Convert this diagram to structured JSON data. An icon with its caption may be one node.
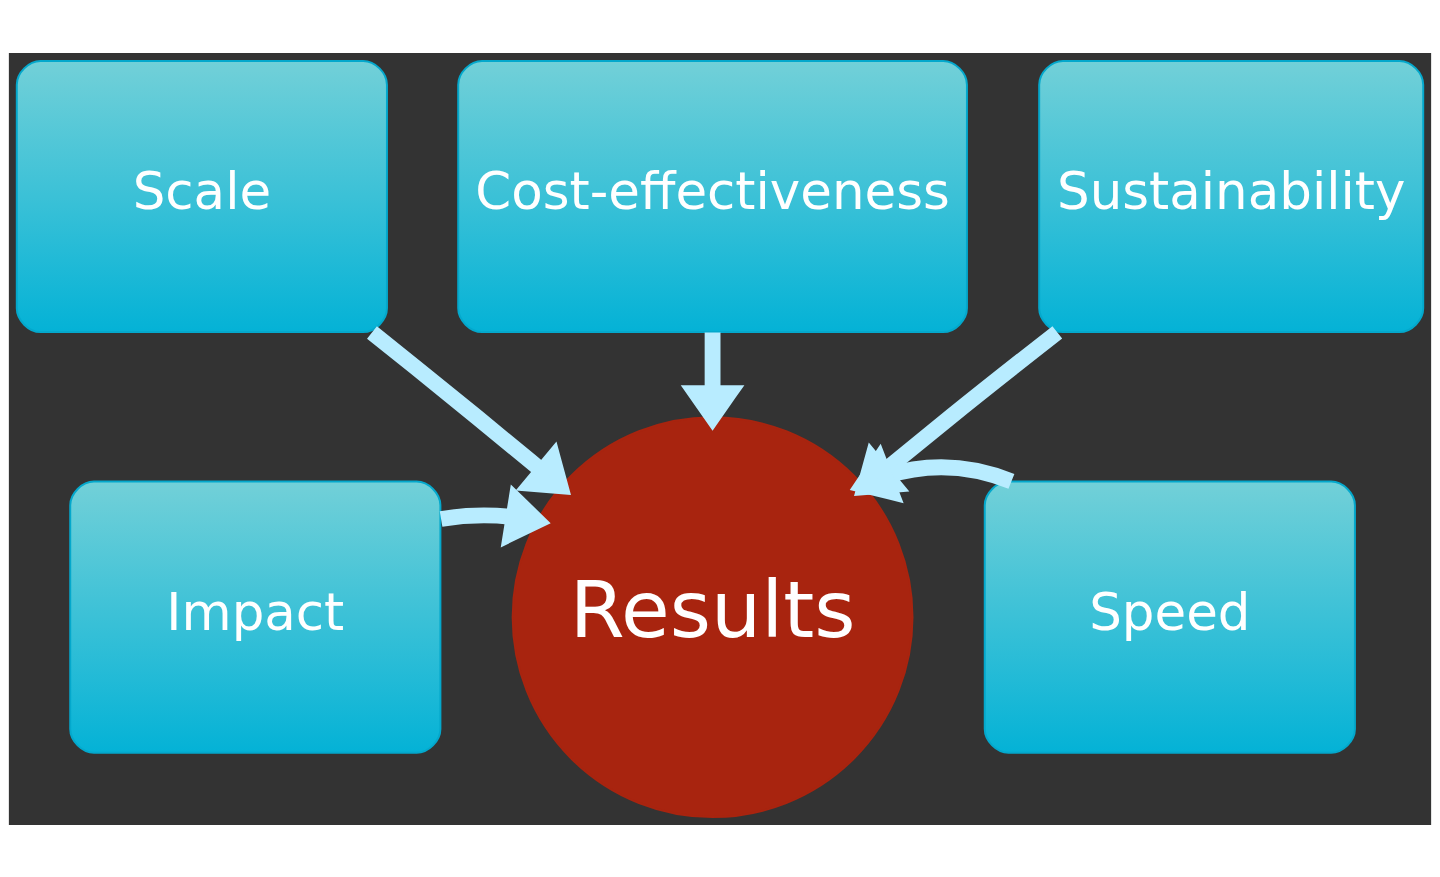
{
  "diagram": {
    "nodes": [
      {
        "text": [
          "Cost-effectiveness"
        ]
      },
      {
        "text": [
          "Scale"
        ]
      },
      {
        "text": [
          "Sustainability"
        ]
      },
      {
        "text": [
          "Impact"
        ]
      },
      {
        "text": [
          "Results"
        ]
      },
      {
        "text": [
          "Speed"
        ]
      }
    ],
    "edges": [
      {
        "from": 0,
        "to": 4,
        "arrow": "to"
      },
      {
        "from": 1,
        "to": 4,
        "arrow": "to"
      },
      {
        "from": 2,
        "to": 4,
        "arrow": "to"
      },
      {
        "from": 3,
        "to": 4,
        "arrow": "to"
      },
      {
        "from": 5,
        "to": 4,
        "arrow": "to"
      }
    ]
  }
}
